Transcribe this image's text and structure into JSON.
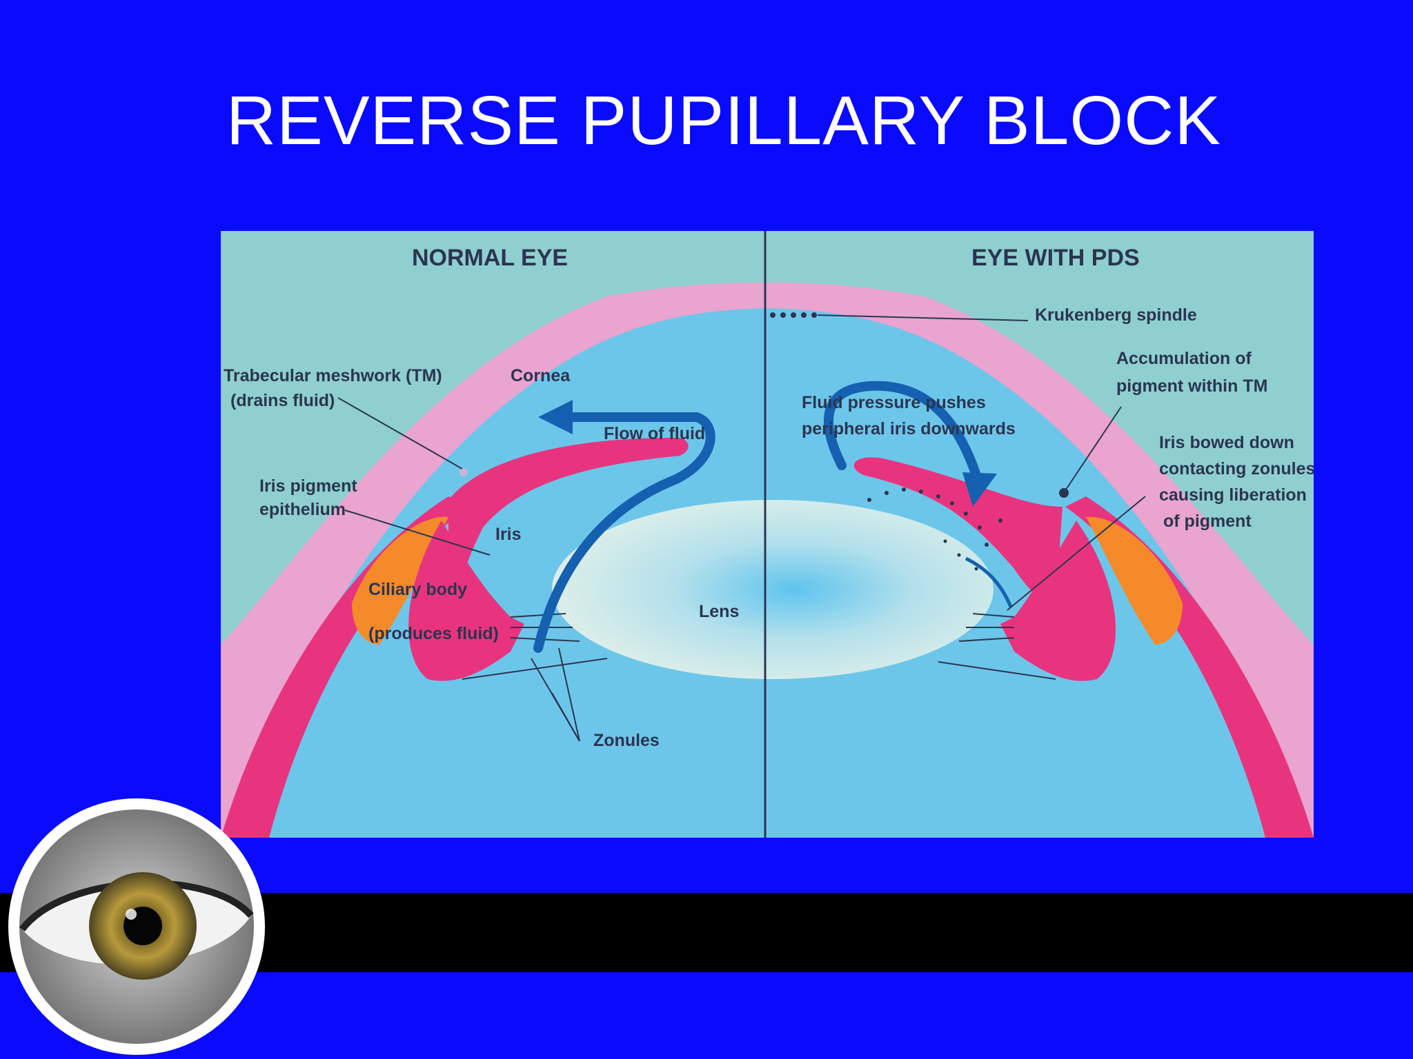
{
  "slide": {
    "title": "REVERSE PUPILLARY BLOCK"
  },
  "diagram": {
    "left_heading": "NORMAL EYE",
    "right_heading": "EYE WITH PDS",
    "labels": {
      "trabecular_line1": "Trabecular meshwork (TM)",
      "trabecular_line2": "(drains fluid)",
      "cornea": "Cornea",
      "flow_of_fluid": "Flow of fluid",
      "iris_pigment_line1": "Iris pigment",
      "iris_pigment_line2": "epithelium",
      "iris": "Iris",
      "ciliary_line1": "Ciliary body",
      "ciliary_line2": "(produces fluid)",
      "lens": "Lens",
      "zonules": "Zonules",
      "krukenberg": "Krukenberg spindle",
      "accumulation_line1": "Accumulation of",
      "accumulation_line2": "pigment within TM",
      "fluid_pressure_line1": "Fluid pressure pushes",
      "fluid_pressure_line2": "peripheral iris downwards",
      "iris_bowed_line1": "Iris bowed down",
      "iris_bowed_line2": "contacting zonules",
      "iris_bowed_line3": "causing liberation",
      "iris_bowed_line4": "of pigment"
    },
    "colors": {
      "background": "#8fcfd0",
      "aqueous": "#6cc6ea",
      "cornea_sclera": "#e9a4cf",
      "iris_tissue": "#e8347e",
      "ciliary_orange": "#f48a2a",
      "flow_arrow": "#1560b0",
      "lens": "#dcefe6"
    }
  },
  "page": {
    "background": "#0a0aff",
    "band": "#000000"
  }
}
